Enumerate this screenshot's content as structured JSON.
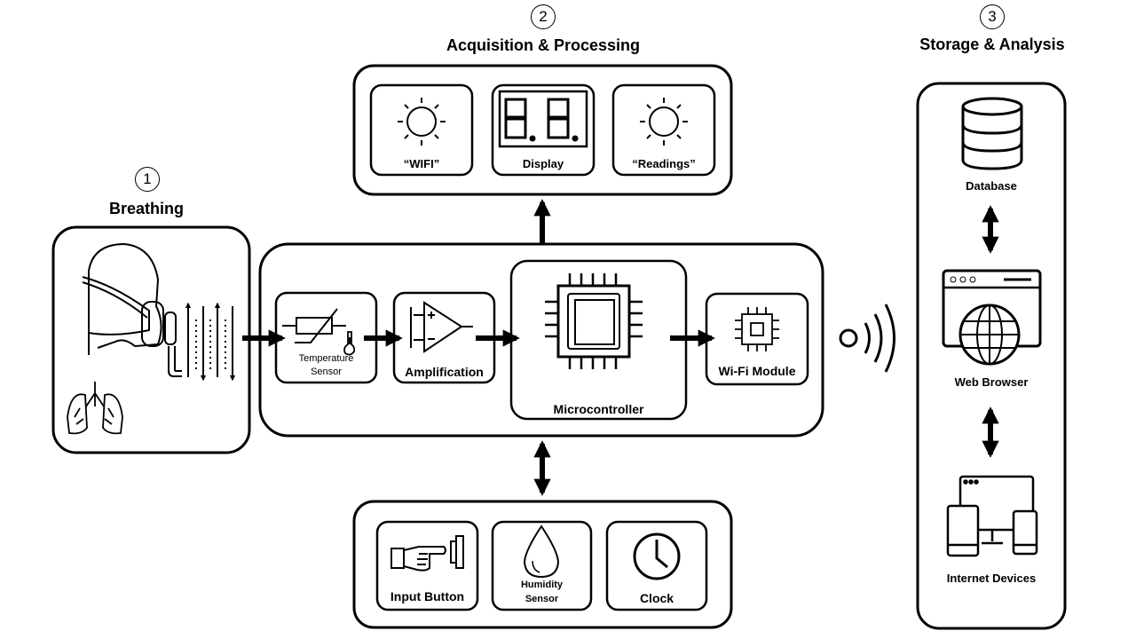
{
  "sections": {
    "breathing": {
      "number": "1",
      "title": "Breathing"
    },
    "acquisition": {
      "number": "2",
      "title": "Acquisition & Processing"
    },
    "storage": {
      "number": "3",
      "title": "Storage & Analysis"
    }
  },
  "outputs": {
    "wifi": "“WIFI”",
    "display": "Display",
    "readings": "“Readings”"
  },
  "processing": {
    "temperature_sensor": {
      "line1": "Temperature",
      "line2": "Sensor"
    },
    "amplification": "Amplification",
    "microcontroller": "Microcontroller",
    "wifi_module": "Wi-Fi Module"
  },
  "inputs": {
    "input_button": "Input Button",
    "humidity_sensor": {
      "line1": "Humidity",
      "line2": "Sensor"
    },
    "clock": "Clock"
  },
  "storage": {
    "database": "Database",
    "web_browser": "Web Browser",
    "internet_devices": "Internet Devices"
  },
  "icons": [
    "face-mask-icon",
    "lungs-icon",
    "airflow-arrows-icon",
    "thermistor-icon",
    "thermometer-icon",
    "op-amp-icon",
    "chip-icon",
    "led-light-icon",
    "seven-segment-display-icon",
    "hand-press-button-icon",
    "water-drop-icon",
    "clock-icon",
    "wireless-signal-icon",
    "database-icon",
    "web-browser-globe-icon",
    "computer-devices-icon"
  ]
}
